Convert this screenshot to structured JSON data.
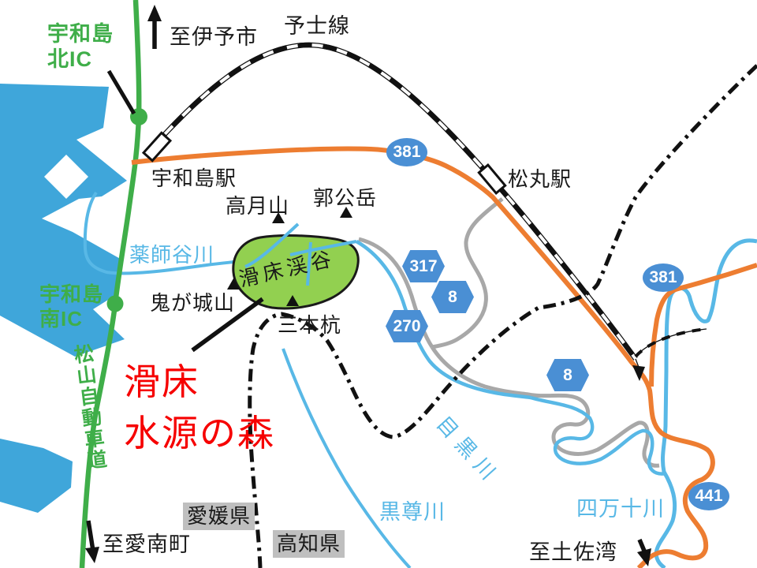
{
  "colors": {
    "sea": "#3fa6da",
    "river": "#58b8e6",
    "national_road_orange": "#ed7d31",
    "prefectural_road_gray": "#a8a8a8",
    "expressway_green": "#3fae49",
    "forest_area_green": "#92d050",
    "route_badge_blue": "#4a8fd4",
    "prefecture_boundary": "#111111",
    "forest_title_red": "#f60000",
    "prefecture_label_bg": "#bfbfbf"
  },
  "labels": {
    "ic_north": "宇和島\n北IC",
    "to_iyo": "至伊予市",
    "railway_name": "予士線",
    "uwajima_station": "宇和島駅",
    "matsumaru_station": "松丸駅",
    "takatsukiyama": "高月山",
    "kakkoudake": "郭公岳",
    "yakushidanigawa": "薬師谷川",
    "ic_south": "宇和島\n南IC",
    "onigajouyama": "鬼が城山",
    "nametoko_keikoku": "滑床渓谷",
    "sanbongui": "三本杭",
    "nametoko_forest": "滑床\n水源の森",
    "matsuyama_expressway": "松山自動車道",
    "megurogawa": "目黒川",
    "kurozongawa": "黒尊川",
    "shimantogawa": "四万十川",
    "ehime_pref": "愛媛県",
    "kochi_pref": "高知県",
    "to_ainan": "至愛南町",
    "to_tosa_bay": "至土佐湾"
  },
  "route_badges": {
    "r381_west": "381",
    "r381_east": "381",
    "r441": "441",
    "r317": "317",
    "r8_north": "8",
    "r8_south": "8",
    "r270": "270"
  }
}
